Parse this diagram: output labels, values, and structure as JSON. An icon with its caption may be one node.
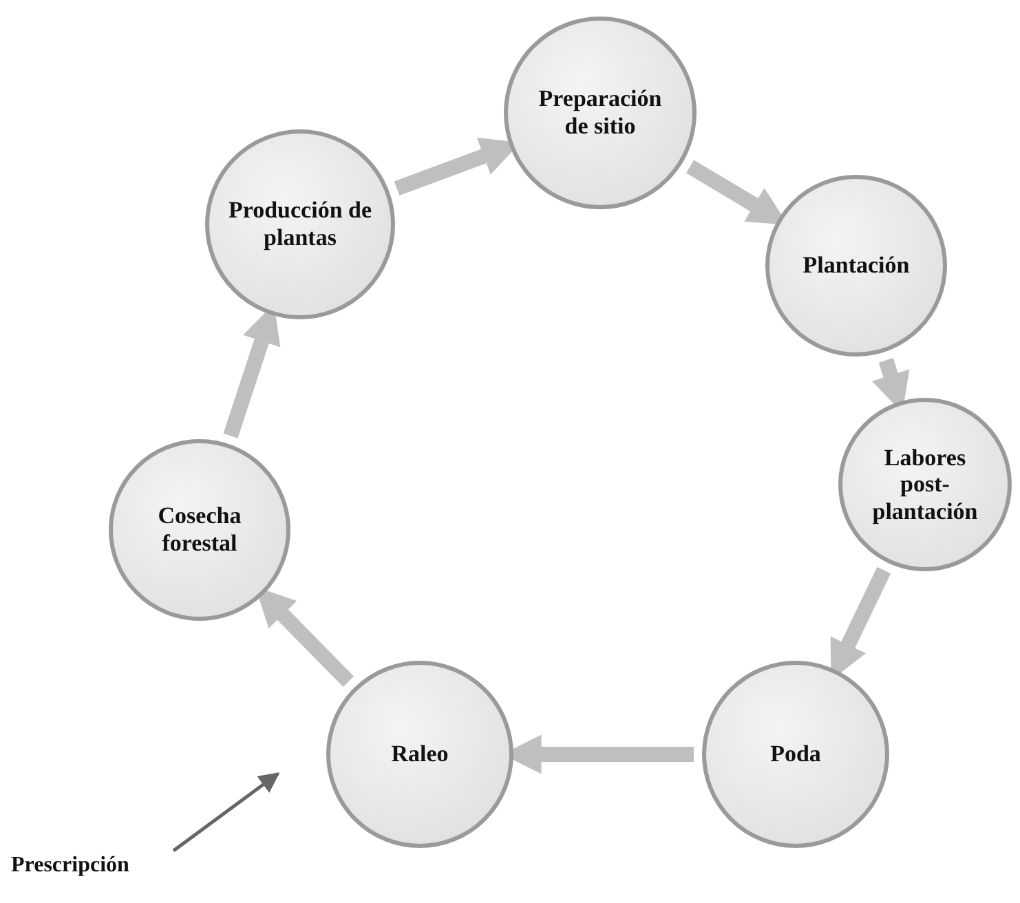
{
  "diagram": {
    "nodes": [
      {
        "text": [
          "Preparación de sitio"
        ]
      },
      {
        "text": [
          "Plantación"
        ]
      },
      {
        "text": [
          "Labores post-plantación"
        ]
      },
      {
        "text": [
          "Poda"
        ]
      },
      {
        "text": [
          "Raleo"
        ]
      },
      {
        "text": [
          "Cosecha forestal"
        ]
      },
      {
        "text": [
          "Producción de plantas"
        ]
      },
      {
        "text": [
          "Prescripción"
        ]
      }
    ],
    "edges": [
      {
        "from": 6,
        "to": 0,
        "arrow": "to"
      },
      {
        "from": 0,
        "to": 1,
        "arrow": "to"
      },
      {
        "from": 1,
        "to": 2,
        "arrow": "to"
      },
      {
        "from": 2,
        "to": 3,
        "arrow": "to"
      },
      {
        "from": 3,
        "to": 4,
        "arrow": "to"
      },
      {
        "from": 4,
        "to": 5,
        "arrow": "to"
      },
      {
        "from": 5,
        "to": 6,
        "arrow": "to"
      },
      {
        "from": 7,
        "to": null,
        "arrow": "to"
      }
    ]
  }
}
